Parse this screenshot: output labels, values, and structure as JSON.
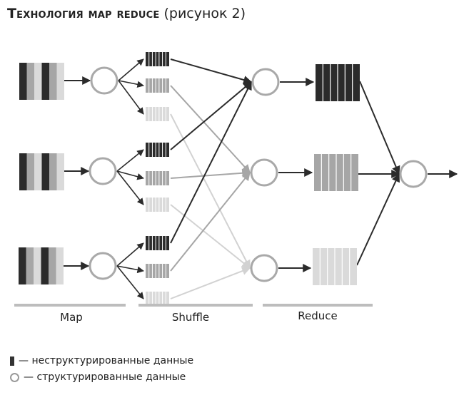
{
  "title": {
    "bold": "Технология map reduce",
    "rest": "(рисунок 2)"
  },
  "phases": {
    "map": "Map",
    "shuffle": "Shuffle",
    "reduce": "Reduce"
  },
  "legend": {
    "unstructured": "— неструктурированные данные",
    "structured": "— структурированные данные"
  },
  "colors": {
    "dark": "#2b2b2b",
    "mid": "#a6a6a6",
    "light": "#dadada",
    "node_stroke": "#a9a9a9"
  }
}
